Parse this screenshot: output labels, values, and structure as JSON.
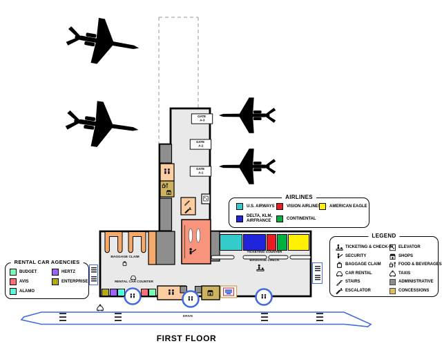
{
  "title": "FIRST FLOOR",
  "map": {
    "gates": [
      {
        "label": "GATE",
        "code": "A-3"
      },
      {
        "label": "GATE",
        "code": "A-2"
      },
      {
        "label": "GATE",
        "code": "A-1"
      }
    ],
    "labels": {
      "baggage_claim": "BAGGAGE CLAIM",
      "rental_car_counter": "RENTAL CAR COUNTER",
      "ticketing_counter": "TICKETING COUNTER",
      "baggage_check": "BAGGAGE CHECK",
      "drive": "DRIVE"
    },
    "colors": {
      "building_fill": "#E9E9E9",
      "wall": "#000000",
      "administrative": "#8E8E8E",
      "concessions_khaki": "#CDB35F",
      "security_salmon": "#F7947B",
      "amenity_peach": "#FBCDA1",
      "carousel_orange": "#F5A96B",
      "road_blue": "#4169E1",
      "entrance_ring_blue": "#4169E1"
    }
  },
  "airlines": {
    "title": "AIRLINES",
    "items": [
      {
        "name": "U.S. AIRWAYS",
        "color": "#33CCCB"
      },
      {
        "name": "VISION AIRLINES",
        "color": "#EC1C24"
      },
      {
        "name": "AMERICAN EAGLE",
        "color": "#FFF100"
      },
      {
        "name": "DELTA, KLM, AIRFRANCE",
        "color": "#2024DB"
      },
      {
        "name": "CONTINENTAL",
        "color": "#00B140"
      }
    ]
  },
  "legend": {
    "title": "LEGEND",
    "items_left": [
      {
        "icon": "ticketing-icon",
        "label": "TICKETING & CHECK-IN"
      },
      {
        "icon": "security-icon",
        "label": "SECURITY"
      },
      {
        "icon": "baggage-icon",
        "label": "BAGGAGE CLAIM"
      },
      {
        "icon": "car-icon",
        "label": "CAR RENTAL"
      },
      {
        "icon": "stairs-icon",
        "label": "STAIRS"
      },
      {
        "icon": "escalator-icon",
        "label": "ESCALATOR"
      }
    ],
    "items_right": [
      {
        "icon": "elevator-icon",
        "label": "ELEVATOR"
      },
      {
        "icon": "shops-icon",
        "label": "SHOPS"
      },
      {
        "icon": "food-icon",
        "label": "FOOD & BEVERAGES"
      },
      {
        "icon": "taxi-icon",
        "label": "TAXIS"
      },
      {
        "icon": "swatch",
        "label": "ADMINISTRATIVE",
        "color": "#8E8E8E"
      },
      {
        "icon": "swatch",
        "label": "CONCESSIONS",
        "color": "#DDBC63"
      }
    ]
  },
  "rental": {
    "title": "RENTAL CAR AGENCIES",
    "items": [
      {
        "name": "BUDGET",
        "color": "#76FFB4"
      },
      {
        "name": "AVIS",
        "color": "#FA6E79"
      },
      {
        "name": "ALAMO",
        "color": "#4FFFE0"
      },
      {
        "name": "HERTZ",
        "color": "#9B63F8"
      },
      {
        "name": "ENTERPRISE",
        "color": "#B2AA16"
      }
    ]
  }
}
